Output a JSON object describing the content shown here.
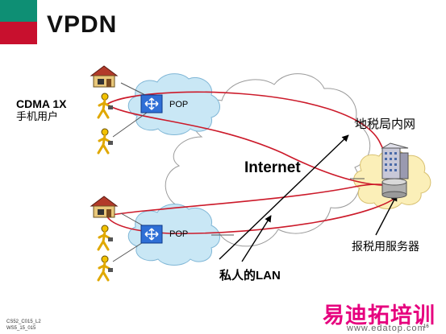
{
  "title": "VPDN",
  "labels": {
    "cdma_line1": "CDMA 1X",
    "cdma_line2": "手机用户",
    "internet": "Internet",
    "bureau_lan": "地税局内网",
    "tax_server": "报税用服务器",
    "private_lan": "私人的LAN",
    "pop_top": "POP",
    "pop_bottom": "POP"
  },
  "footer": {
    "line1": "CS52_C015_L2",
    "line2": "WS5_15_015",
    "page": "16"
  },
  "watermark": {
    "brand": "易迪拓培训",
    "url": "www.edatop.com"
  },
  "colors": {
    "title_block_top": "#0e8f74",
    "title_block_bottom": "#c8102e",
    "tunnel": "#cc1a2a",
    "cloud_blue": "#c9e7f5",
    "cloud_yellow": "#fbefb8",
    "router": "#2f6fd6",
    "watermark": "#e6007e"
  },
  "icons": [
    "house-icon",
    "mobile-user-icon",
    "router-icon",
    "server-icon",
    "database-icon"
  ]
}
